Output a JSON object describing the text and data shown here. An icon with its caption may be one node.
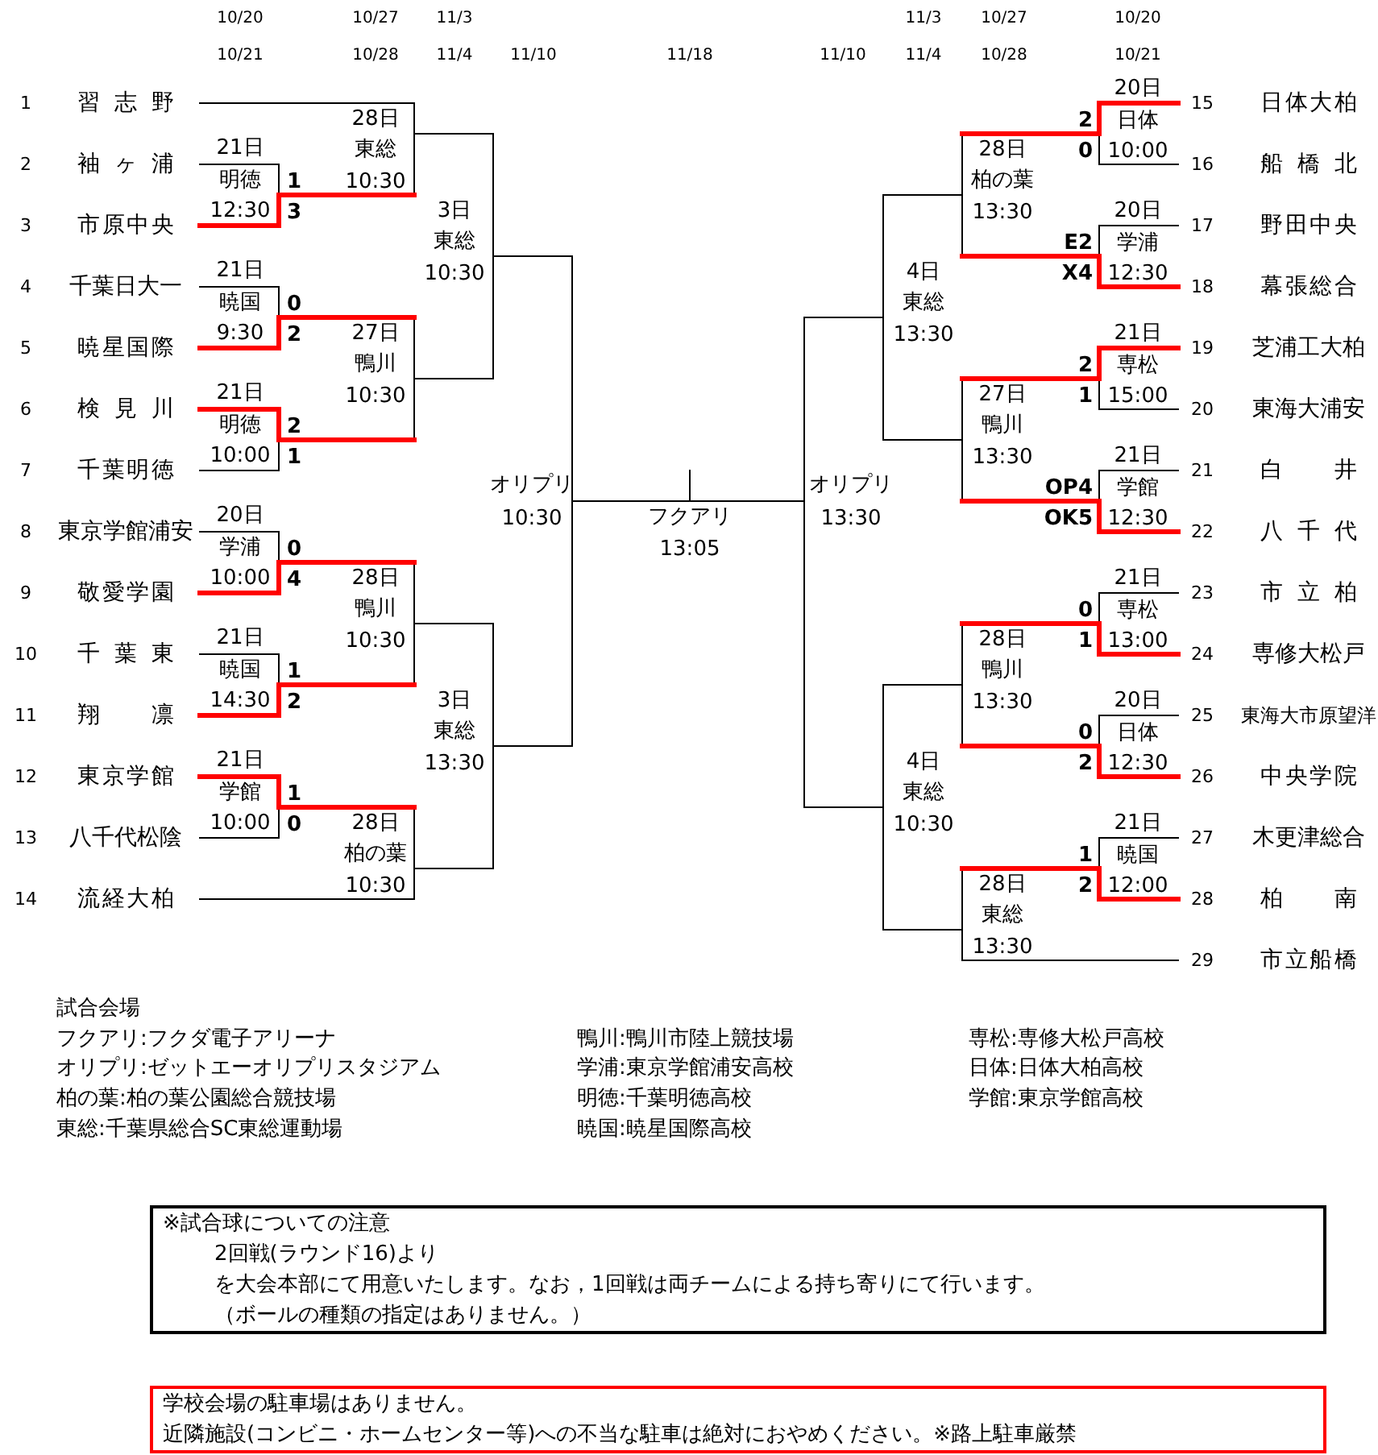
{
  "diagram": {
    "nodes": [
      {
        "text": [
          "※試合球についての注意",
          "2回戦(ラウンド16)より",
          "を大会本部にて用意いたします。なお，1回戦は両チームによる持ち寄りにて行います。",
          "（ボールの種類の指定はありません。）"
        ]
      },
      {
        "text": [
          "学校会場の駐車場はありません。",
          "近隣施設(コンビニ・ホームセンター等)への不当な駐車は絶対におやめください。※路上駐車厳禁"
        ]
      }
    ],
    "labels": [
      "10/20",
      "10/27",
      "11/3",
      "11/3",
      "10/27",
      "10/20",
      "10/21",
      "10/28",
      "11/4",
      "11/10",
      "11/18",
      "11/10",
      "11/4",
      "10/28",
      "10/21",
      "1",
      "習志野",
      "2",
      "袖ヶ浦",
      "3",
      "市原中央",
      "4",
      "千葉日大一",
      "5",
      "暁星国際",
      "6",
      "検見川",
      "7",
      "千葉明徳",
      "8",
      "東京学館浦安",
      "9",
      "敬愛学園",
      "10",
      "千葉東",
      "11",
      "翔凛",
      "12",
      "東京学館",
      "13",
      "八千代松陰",
      "14",
      "流経大柏",
      "15",
      "日体大柏",
      "16",
      "船橋北",
      "17",
      "野田中央",
      "18",
      "幕張総合",
      "19",
      "芝浦工大柏",
      "20",
      "東海大浦安",
      "21",
      "白井",
      "22",
      "八千代",
      "23",
      "市立柏",
      "24",
      "専修大松戸",
      "25",
      "東海大市原望洋",
      "26",
      "中央学院",
      "27",
      "木更津総合",
      "28",
      "柏南",
      "29",
      "市立船橋",
      "21日",
      "明徳",
      "12:30",
      "1",
      "3",
      "21日",
      "暁国",
      "9:30",
      "0",
      "2",
      "21日",
      "明徳",
      "10:00",
      "2",
      "1",
      "20日",
      "学浦",
      "10:00",
      "0",
      "4",
      "21日",
      "暁国",
      "14:30",
      "1",
      "2",
      "21日",
      "学館",
      "10:00",
      "1",
      "0",
      "28日",
      "東総",
      "10:30",
      "27日",
      "鴨川",
      "10:30",
      "28日",
      "鴨川",
      "10:30",
      "28日",
      "柏の葉",
      "10:30",
      "3日",
      "東総",
      "10:30",
      "3日",
      "東総",
      "13:30",
      "オリプリ",
      "10:30",
      "フクアリ",
      "13:05",
      "オリプリ",
      "13:30",
      "20日",
      "日体",
      "10:00",
      "2",
      "0",
      "20日",
      "学浦",
      "12:30",
      "E2",
      "X4",
      "21日",
      "専松",
      "15:00",
      "2",
      "1",
      "21日",
      "学館",
      "12:30",
      "OP4",
      "OK5",
      "21日",
      "専松",
      "13:00",
      "0",
      "1",
      "20日",
      "日体",
      "12:30",
      "0",
      "2",
      "21日",
      "暁国",
      "12:00",
      "1",
      "2",
      "28日",
      "柏の葉",
      "13:30",
      "27日",
      "鴨川",
      "13:30",
      "28日",
      "鴨川",
      "13:30",
      "28日",
      "東総",
      "13:30",
      "4日",
      "東総",
      "13:30",
      "4日",
      "東総",
      "10:30",
      "試合会場",
      "フクアリ:フクダ電子アリーナ",
      "鴨川:鴨川市陸上競技場",
      "専松:専修大松戸高校",
      "オリプリ:ゼットエーオリプリスタジアム",
      "学浦:東京学館浦安高校",
      "日体:日体大柏高校",
      "柏の葉:柏の葉公園総合競技場",
      "明徳:千葉明徳高校",
      "学館:東京学館高校",
      "東総:千葉県総合SC東総運動場",
      "暁国:暁星国際高校"
    ]
  }
}
